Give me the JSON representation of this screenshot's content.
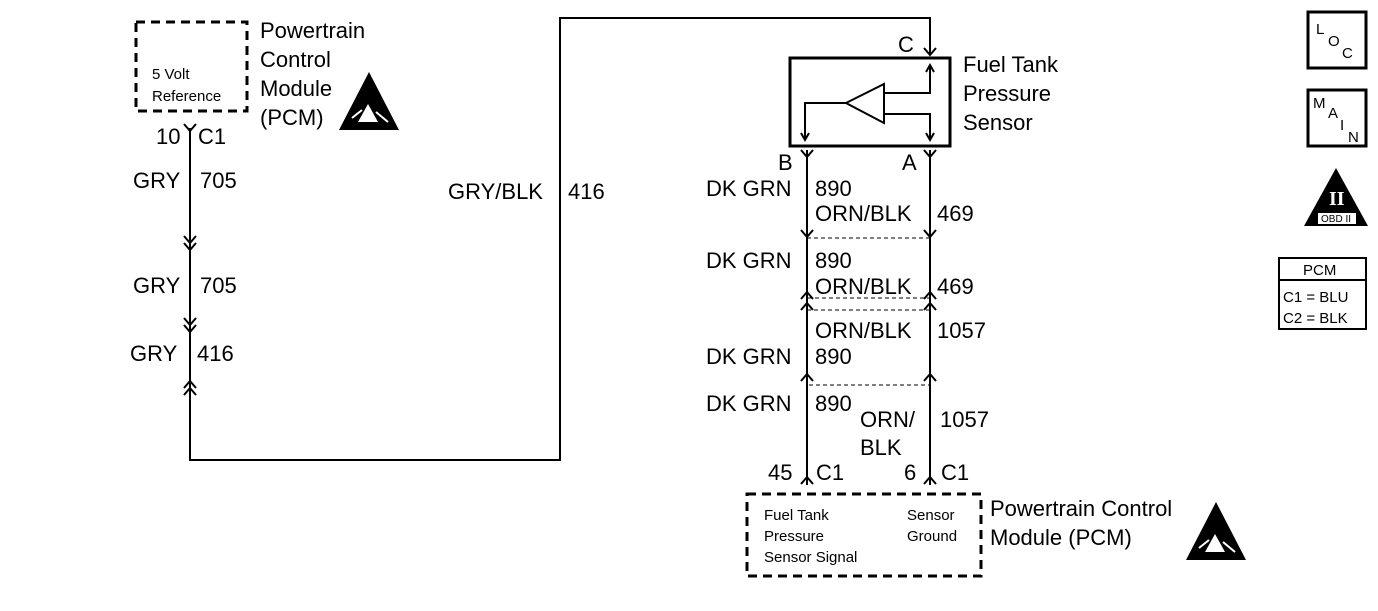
{
  "pcm_top": {
    "title_lines": [
      "Powertrain",
      "Control",
      "Module",
      "(PCM)"
    ],
    "inner_lines": [
      "5 Volt",
      "Reference"
    ],
    "pin": "10",
    "connector": "C1"
  },
  "left_wires": [
    {
      "color": "GRY",
      "circuit": "705"
    },
    {
      "color": "GRY",
      "circuit": "705"
    },
    {
      "color": "GRY",
      "circuit": "416"
    }
  ],
  "loop_wire": {
    "color": "GRY/BLK",
    "circuit": "416"
  },
  "sensor": {
    "title_lines": [
      "Fuel Tank",
      "Pressure",
      "Sensor"
    ],
    "pin_c": "C",
    "pin_b": "B",
    "pin_a": "A"
  },
  "sensor_wires": {
    "seg1_b": {
      "color": "DK GRN",
      "circuit": "890"
    },
    "seg1_a": {
      "color": "ORN/BLK",
      "circuit": "469"
    },
    "seg2_b": {
      "color": "DK GRN",
      "circuit": "890"
    },
    "seg2_a": {
      "color": "ORN/BLK",
      "circuit": "469"
    },
    "seg3_a": {
      "color": "ORN/BLK",
      "circuit": "1057"
    },
    "seg3_b": {
      "color": "DK GRN",
      "circuit": "890"
    },
    "seg4_b": {
      "color": "DK GRN",
      "circuit": "890"
    },
    "seg4_a": {
      "color_lines": [
        "ORN/",
        "BLK"
      ],
      "circuit": "1057"
    }
  },
  "pcm_bottom": {
    "title_lines": [
      "Powertrain Control",
      "Module (PCM)"
    ],
    "signal_lines": [
      "Fuel Tank",
      "Pressure",
      "Sensor Signal"
    ],
    "ground_lines": [
      "Sensor",
      "Ground"
    ],
    "pin_signal": "45",
    "pin_ground": "6",
    "connector_signal": "C1",
    "connector_ground": "C1"
  },
  "side_icons": {
    "loc": [
      "L",
      "O",
      "C"
    ],
    "main": [
      "M",
      "A",
      "I",
      "N"
    ],
    "obd_roman": "II",
    "obd_text": "OBD II",
    "pcm_table": {
      "title": "PCM",
      "rows": [
        "C1 = BLU",
        "C2 = BLK"
      ]
    }
  }
}
